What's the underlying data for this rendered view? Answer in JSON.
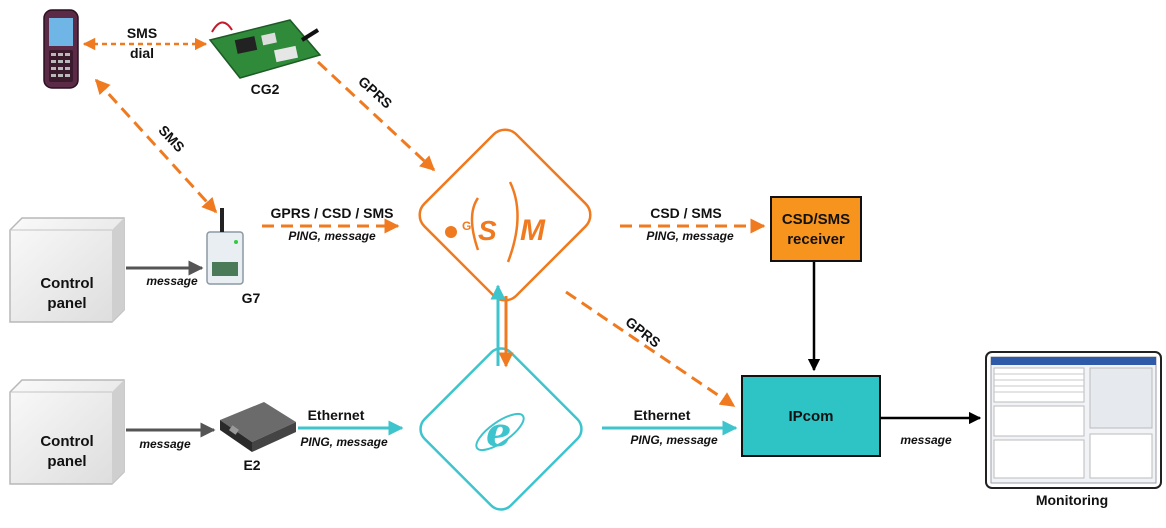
{
  "colors": {
    "orange": "#f07a1f",
    "teal": "#3ec4cc",
    "gray": "#555555",
    "black": "#000000",
    "receiver_fill": "#f7941d",
    "ipcom_fill": "#2ec4c6"
  },
  "icons": {
    "phone": "mobile-phone-icon",
    "cg2": "circuit-board-icon",
    "g7": "gsm-module-icon",
    "e2": "ethernet-module-icon",
    "control_panel": "control-panel-box-icon",
    "gsm": "gsm-network-icon",
    "internet": "internet-explorer-icon",
    "monitoring": "monitoring-screen-icon"
  },
  "labels": {
    "sms_dial_1": "SMS",
    "sms_dial_2": "dial",
    "cg2": "CG2",
    "gprs_cg2": "GPRS",
    "sms_phone_g7": "SMS",
    "g7_link_main": "GPRS / CSD / SMS",
    "g7_link_sub": "PING, message",
    "g7": "G7",
    "control_panel_1_line1": "Control",
    "control_panel_1_line2": "panel",
    "message_cp1": "message",
    "control_panel_2_line1": "Control",
    "control_panel_2_line2": "panel",
    "message_cp2": "message",
    "e2": "E2",
    "e2_link_main": "Ethernet",
    "e2_link_sub": "PING, message",
    "gsm_to_receiver_main": "CSD / SMS",
    "gsm_to_receiver_sub": "PING, message",
    "receiver_line1": "CSD/SMS",
    "receiver_line2": "receiver",
    "gprs_ipcom": "GPRS",
    "internet_to_ipcom_main": "Ethernet",
    "internet_to_ipcom_sub": "PING, message",
    "ipcom": "IPcom",
    "message_monitoring": "message",
    "monitoring": "Monitoring"
  }
}
